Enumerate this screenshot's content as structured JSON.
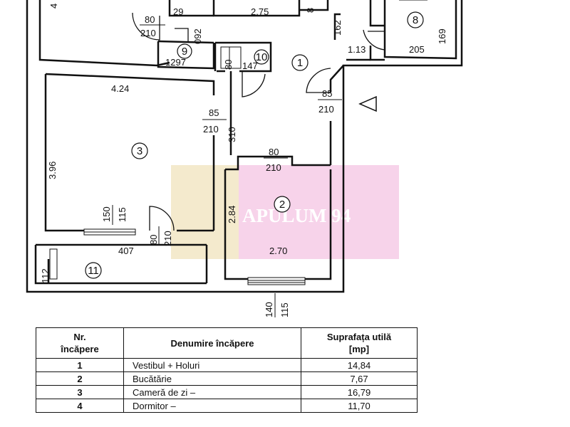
{
  "plan": {
    "watermark": "APULUM 94",
    "rooms": [
      "1",
      "2",
      "3",
      "8",
      "9",
      "10",
      "11"
    ],
    "dims": {
      "d_4": "4",
      "d_80a": "80",
      "d_210a": "210",
      "d_29": "29",
      "d_092": "092",
      "d_275": "2.75",
      "d_8": "8",
      "d_162": "162",
      "d_113": "1.13",
      "d_205": "205",
      "d_169": "169",
      "d_1297": "1297",
      "d_80b": "80",
      "d_147": "147",
      "d_85a": "85",
      "d_210b": "210",
      "d_424": "4.24",
      "d_85b": "85",
      "d_210c": "210",
      "d_310": "310",
      "d_80c": "80",
      "d_210d": "210",
      "d_396": "3.96",
      "d_284": "2.84",
      "d_150": "150",
      "d_115a": "115",
      "d_80d": "80",
      "d_210e": "210",
      "d_407": "407",
      "d_270": "2.70",
      "d_112": "112",
      "d_140": "140",
      "d_115b": "115"
    }
  },
  "table": {
    "headers": {
      "nr": [
        "Nr.",
        "încăpere"
      ],
      "name": "Denumire încăpere",
      "area": [
        "Suprafața utilă",
        "[mp]"
      ]
    },
    "rows": [
      {
        "nr": "1",
        "name": "Vestibul + Holuri",
        "area": "14,84"
      },
      {
        "nr": "2",
        "name": "Bucătărie",
        "area": "7,67"
      },
      {
        "nr": "3",
        "name": "Cameră de zi  –",
        "area": "16,79"
      },
      {
        "nr": "4",
        "name": "Dormitor     –",
        "area": "11,70"
      }
    ]
  }
}
